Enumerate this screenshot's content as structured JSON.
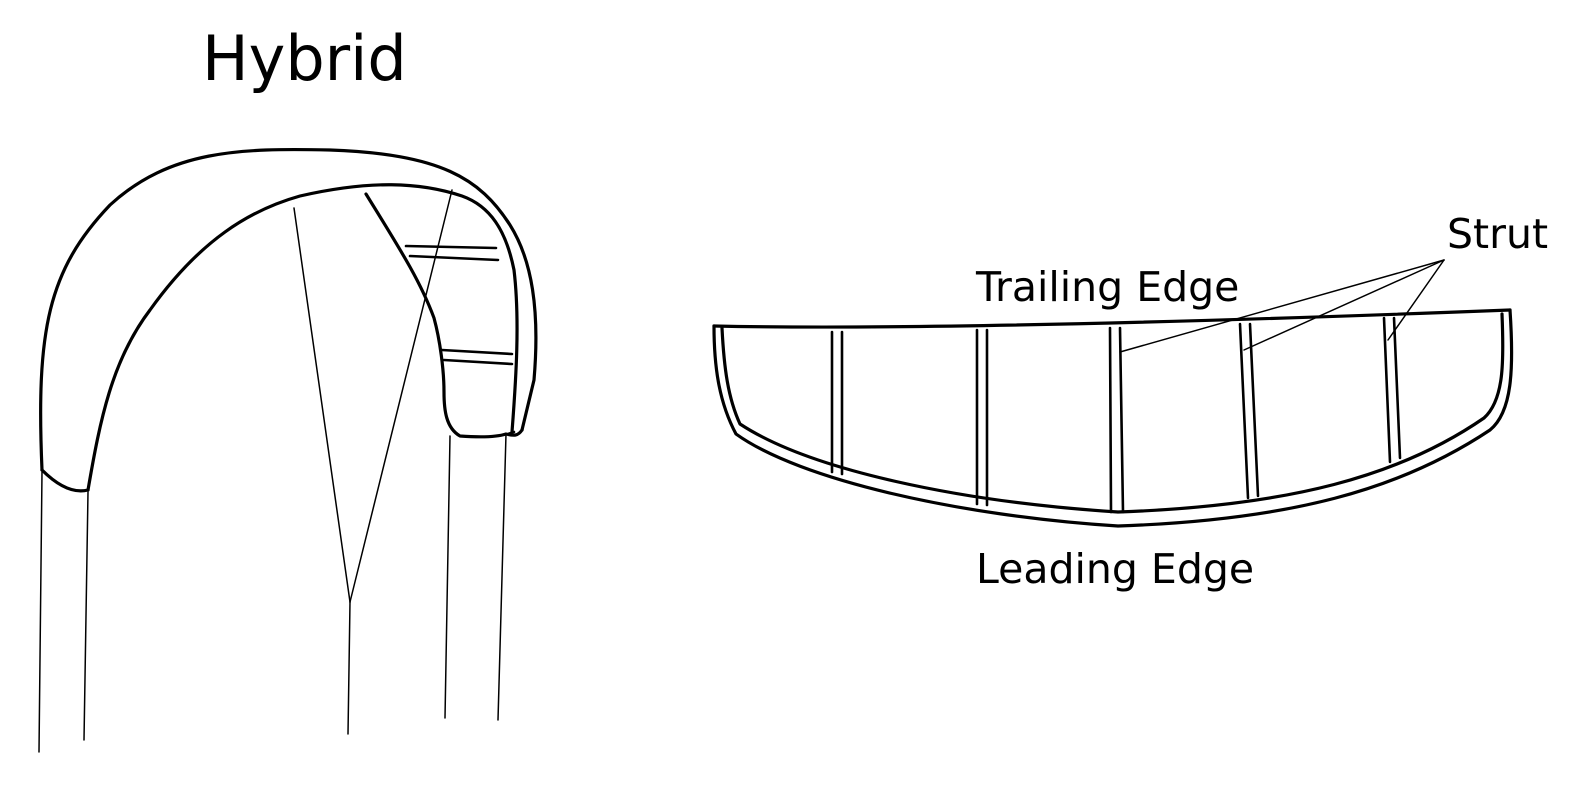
{
  "figure": {
    "title": "Hybrid",
    "labels": {
      "trailing_edge": "Trailing Edge",
      "leading_edge": "Leading Edge",
      "strut": "Strut"
    },
    "line_color": "#000000",
    "background_color": "#ffffff",
    "views": [
      "front-view-kite",
      "top-view-kite"
    ]
  }
}
